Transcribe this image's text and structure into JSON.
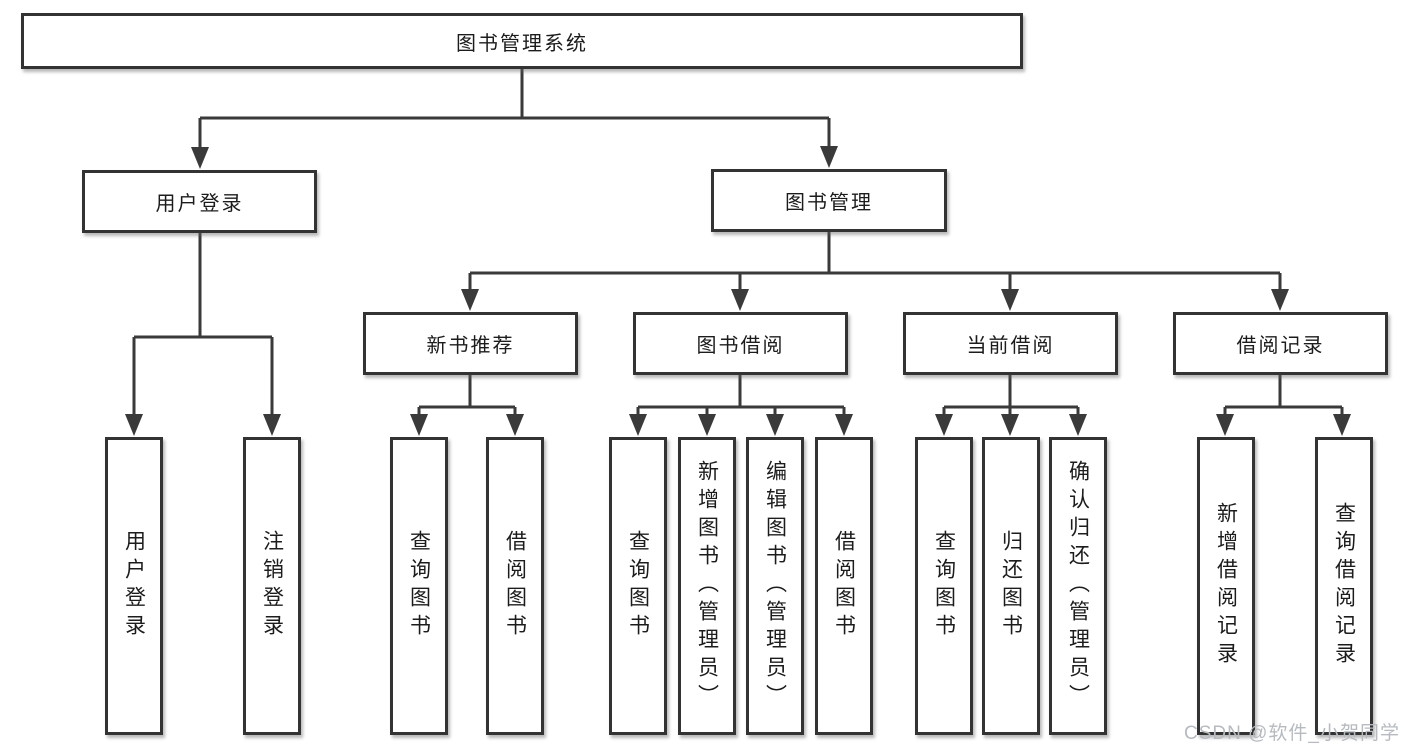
{
  "tree": {
    "root": {
      "label": "图书管理系统"
    },
    "branches": [
      {
        "label": "用户登录",
        "children": [
          {
            "label": "用户登录"
          },
          {
            "label": "注销登录"
          }
        ]
      },
      {
        "label": "图书管理",
        "children": [
          {
            "label": "新书推荐",
            "children": [
              {
                "label": "查询图书"
              },
              {
                "label": "借阅图书"
              }
            ]
          },
          {
            "label": "图书借阅",
            "children": [
              {
                "label": "查询图书"
              },
              {
                "label": "新增图书（管理员）"
              },
              {
                "label": "编辑图书（管理员）"
              },
              {
                "label": "借阅图书"
              }
            ]
          },
          {
            "label": "当前借阅",
            "children": [
              {
                "label": "查询图书"
              },
              {
                "label": "归还图书"
              },
              {
                "label": "确认归还（管理员）"
              }
            ]
          },
          {
            "label": "借阅记录",
            "children": [
              {
                "label": "新增借阅记录"
              },
              {
                "label": "查询借阅记录"
              }
            ]
          }
        ]
      }
    ]
  },
  "watermark": {
    "text": "CSDN @软件_小贺同学"
  },
  "colors": {
    "line": "#3a3a3a",
    "box_border": "#333333",
    "box_background": "#ffffff",
    "text": "#1c1c1c",
    "watermark": "#b6bbc1"
  }
}
